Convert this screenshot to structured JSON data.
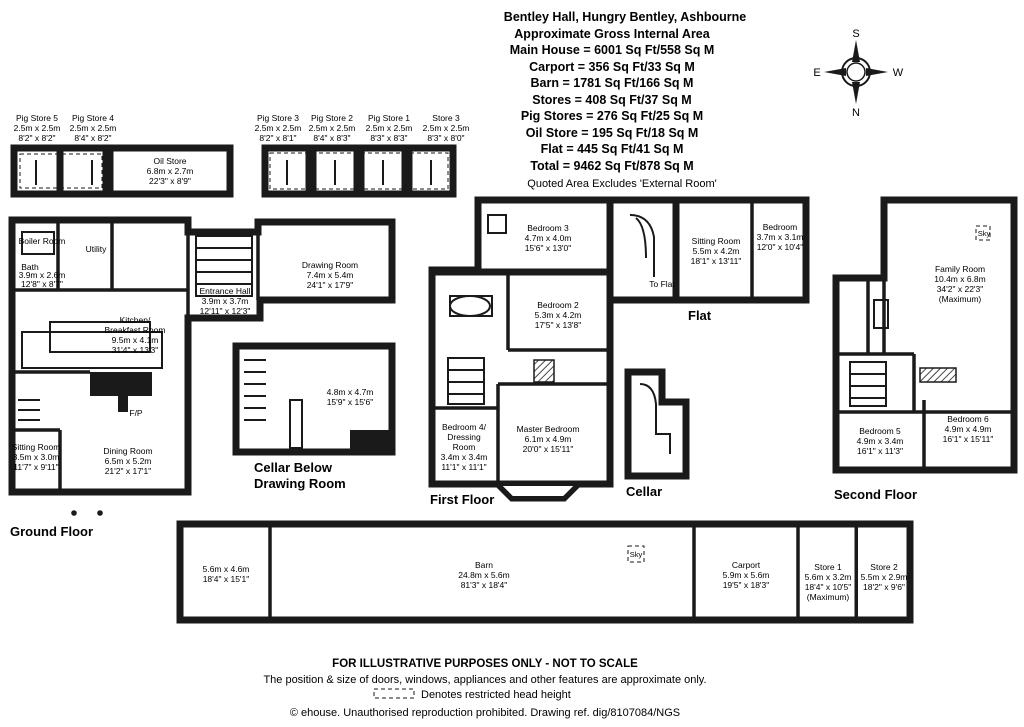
{
  "header": {
    "title": "Bentley Hall, Hungry Bentley, Ashbourne",
    "lines": [
      "Approximate Gross Internal Area",
      "Main House = 6001 Sq Ft/558 Sq M",
      "Carport = 356 Sq Ft/33 Sq M",
      "Barn = 1781 Sq Ft/166 Sq M",
      "Stores = 408 Sq Ft/37 Sq M",
      "Pig Stores = 276 Sq Ft/25 Sq M",
      "Oil Store = 195 Sq Ft/18 Sq M",
      "Flat = 445 Sq Ft/41 Sq M",
      "Total = 9462 Sq Ft/878 Sq M",
      "Quoted Area Excludes 'External Room'"
    ]
  },
  "compass": {
    "n": "N",
    "s": "S",
    "e": "E",
    "w": "W"
  },
  "floors": {
    "ground": "Ground Floor",
    "cellar_below": "Cellar Below",
    "cellar_below2": "Drawing Room",
    "first": "First Floor",
    "cellar": "Cellar",
    "second": "Second Floor",
    "flat": "Flat"
  },
  "rooms": {
    "pig5": [
      "Pig Store 5",
      "2.5m x 2.5m",
      "8'2\" x 8'2\""
    ],
    "pig4": [
      "Pig Store 4",
      "2.5m x 2.5m",
      "8'4\" x 8'2\""
    ],
    "oil": [
      "Oil Store",
      "6.8m x 2.7m",
      "22'3\" x 8'9\""
    ],
    "pig3": [
      "Pig Store 3",
      "2.5m x 2.5m",
      "8'2\" x 8'1\""
    ],
    "pig2": [
      "Pig Store 2",
      "2.5m x 2.5m",
      "8'4\" x 8'3\""
    ],
    "pig1": [
      "Pig Store 1",
      "2.5m x 2.5m",
      "8'3\" x 8'3\""
    ],
    "store3": [
      "Store 3",
      "2.5m x 2.5m",
      "8'3\" x 8'0\""
    ],
    "boiler": [
      "Boiler Room",
      "3.9m x 2.6m",
      "12'8\" x 8'7\""
    ],
    "bath": "Bath",
    "utility": "Utility",
    "entrance": [
      "Entrance Hall",
      "3.9m x 3.7m",
      "12'11\" x 12'3\""
    ],
    "drawing": [
      "Drawing Room",
      "7.4m x 5.4m",
      "24'1\" x 17'9\""
    ],
    "kitchen": [
      "Kitchen/",
      "Breakfast Room",
      "9.5m x 4.1m",
      "31'4\" x 13'3\""
    ],
    "fp": "F/P",
    "sitting_g": [
      "Sitting Room",
      "3.5m x 3.0m",
      "11'7\" x 9'11\""
    ],
    "dining": [
      "Dining Room",
      "6.5m x 5.2m",
      "21'2\" x 17'1\""
    ],
    "cellar_room": [
      "4.8m x 4.7m",
      "15'9\" x 15'6\""
    ],
    "bed3": [
      "Bedroom 3",
      "4.7m x 4.0m",
      "15'6\" x 13'0\""
    ],
    "bed2": [
      "Bedroom 2",
      "5.3m x 4.2m",
      "17'5\" x 13'8\""
    ],
    "bed4": [
      "Bedroom 4/",
      "Dressing",
      "Room",
      "3.4m x 3.4m",
      "11'1\" x 11'1\""
    ],
    "master": [
      "Master Bedroom",
      "6.1m x 4.9m",
      "20'0\" x 15'11\""
    ],
    "flat_sitting": [
      "Sitting Room",
      "5.5m x 4.2m",
      "18'1\" x 13'11\""
    ],
    "flat_bed": [
      "Bedroom",
      "3.7m x 3.1m",
      "12'0\" x 10'4\""
    ],
    "to_flat": "To Flat",
    "family": [
      "Family Room",
      "10.4m x 6.8m",
      "34'2\" x 22'3\"",
      "(Maximum)"
    ],
    "bed5": [
      "Bedroom 5",
      "4.9m x 3.4m",
      "16'1\" x 11'3\""
    ],
    "bed6": [
      "Bedroom 6",
      "4.9m x 4.9m",
      "16'1\" x 15'11\""
    ],
    "sky": "Sky",
    "barn_end": [
      "5.6m x 4.6m",
      "18'4\" x 15'1\""
    ],
    "barn": [
      "Barn",
      "24.8m x 5.6m",
      "81'3\" x 18'4\""
    ],
    "carport": [
      "Carport",
      "5.9m x 5.6m",
      "19'5\" x 18'3\""
    ],
    "store1": [
      "Store 1",
      "5.6m x 3.2m",
      "18'4\" x 10'5\"",
      "(Maximum)"
    ],
    "store2": [
      "Store 2",
      "5.5m x 2.9m",
      "18'2\" x 9'6\""
    ]
  },
  "footer": {
    "disclaimer": "FOR ILLUSTRATIVE PURPOSES ONLY - NOT TO SCALE",
    "line2": "The position & size of doors, windows, appliances and other features are approximate only.",
    "legend": "Denotes restricted head height",
    "copyright": "© ehouse. Unauthorised reproduction prohibited. Drawing ref. dig/8107084/NGS"
  }
}
